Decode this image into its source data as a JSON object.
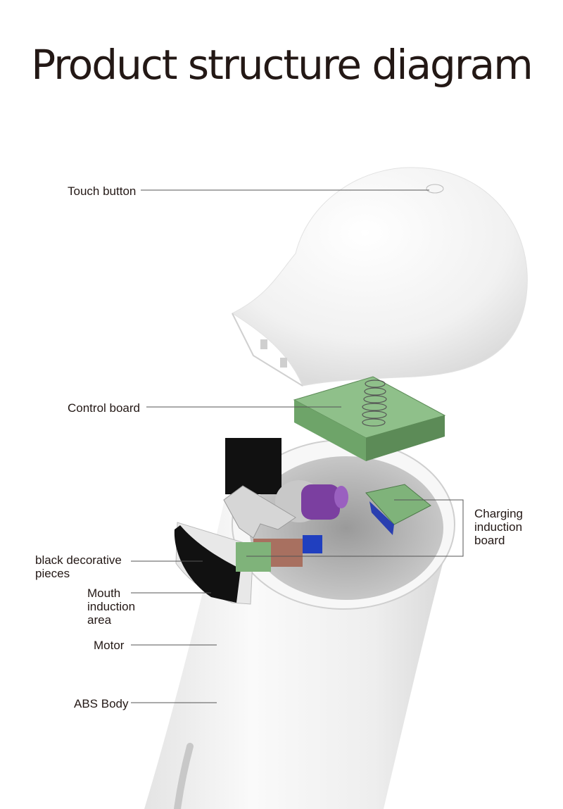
{
  "title": "Product structure diagram",
  "labels": {
    "touch_button": "Touch button",
    "control_board": "Control board",
    "charging_board": "Charging\ninduction\nboard",
    "decorative": "black decorative\npieces",
    "mouth": "Mouth\ninduction\narea",
    "motor": "Motor",
    "abs_body": "ABS Body"
  },
  "colors": {
    "text": "#231815",
    "body": "#f2f2f2",
    "board_green": "#8fc08a",
    "purple": "#7b3fa0",
    "black": "#111111"
  }
}
